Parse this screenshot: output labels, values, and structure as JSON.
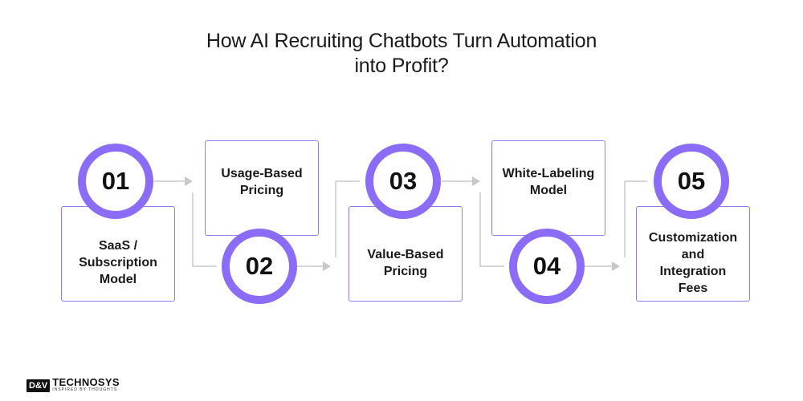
{
  "title": {
    "line1": "How AI Recruiting Chatbots Turn Automation",
    "line2": "into Profit?"
  },
  "steps": [
    {
      "number": "01",
      "label": "SaaS /\nSubscription\nModel"
    },
    {
      "number": "02",
      "label": "Usage-Based\nPricing"
    },
    {
      "number": "03",
      "label": "Value-Based\nPricing"
    },
    {
      "number": "04",
      "label": "White-Labeling\nModel"
    },
    {
      "number": "05",
      "label": "Customization\nand\nIntegration\nFees"
    }
  ],
  "logo": {
    "mark": "D&V",
    "name": "TECHNOSYS",
    "tagline": "INSPIRED BY THOUGHTS"
  },
  "colors": {
    "accent": "#8b6cf6",
    "box_border": "#8e7df0",
    "connector": "#c8c8c8"
  }
}
